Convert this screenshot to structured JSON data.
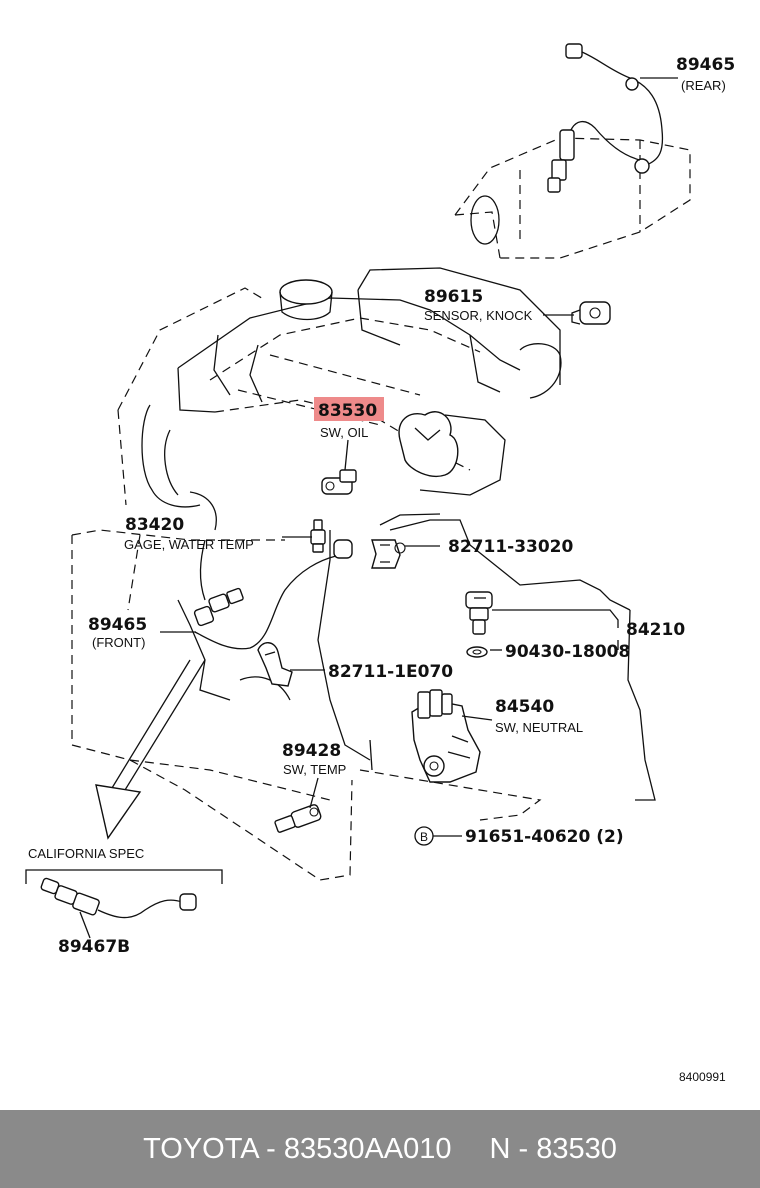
{
  "labels": {
    "p89465_rear": "89465",
    "rear": "(REAR)",
    "p89615": "89615",
    "knock": "SENSOR, KNOCK",
    "p83530": "83530",
    "swoil": "SW, OIL",
    "p83420": "83420",
    "gage": "GAGE, WATER TEMP",
    "p82711_33020": "82711-33020",
    "p89465_front": "89465",
    "front": "(FRONT)",
    "p84210": "84210",
    "p90430": "90430-18008",
    "p82711_1e070": "82711-1E070",
    "p84540": "84540",
    "neutral": "SW, NEUTRAL",
    "p89428": "89428",
    "swtemp": "SW, TEMP",
    "bolt_marker": "B",
    "p91651": "91651-40620 (2)",
    "california": "CALIFORNIA SPEC",
    "p89467b": "89467B",
    "ref": "8400991"
  },
  "highlight_color": "#ee8a8a",
  "footer": {
    "left": "TOYOTA - 83530AA010",
    "right": "N - 83530"
  }
}
